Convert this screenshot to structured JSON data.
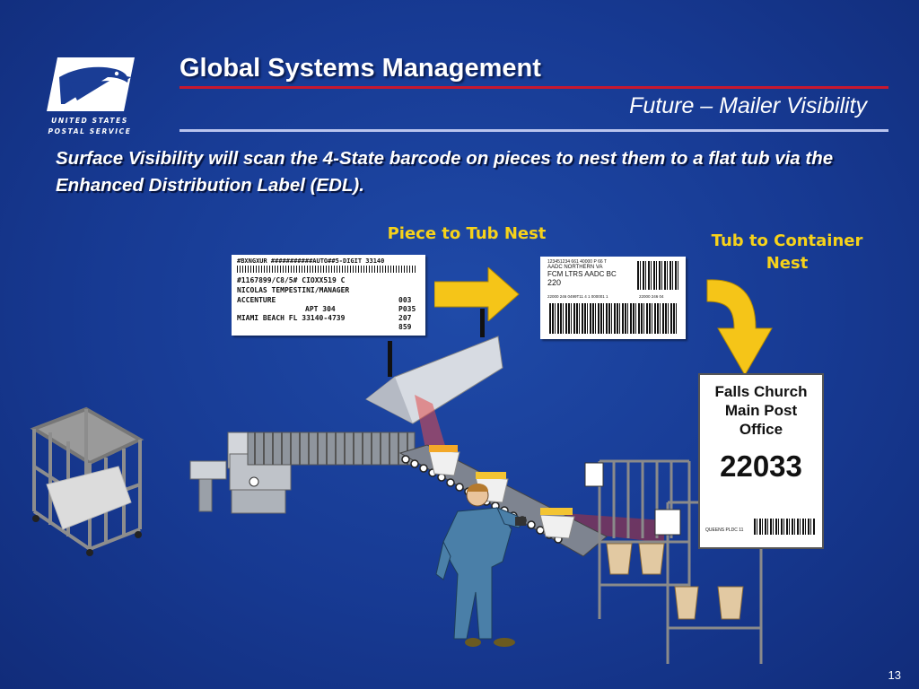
{
  "header": {
    "org_line1": "UNITED STATES",
    "org_line2": "POSTAL SERVICE",
    "title": "Global Systems Management",
    "subtitle": "Future – Mailer Visibility"
  },
  "body": {
    "lead_text": "Surface Visibility will scan the 4-State barcode on pieces to nest them to a flat tub via the Enhanced Distribution Label (EDL)."
  },
  "diagram": {
    "label_piece_to_tub": "Piece to Tub Nest",
    "label_tub_to_container_1": "Tub to Container",
    "label_tub_to_container_2": "Nest",
    "mailpiece": {
      "line1": "#BXNGXUR ###########AUTO##5-DIGIT 33140",
      "line2": "#1167899/C8/5# CIOXX519 C",
      "line3": "NICOLAS TEMPESTINI/MANAGER",
      "line4": "ACCENTURE",
      "line5": "APT 304",
      "line6": "MIAMI BEACH FL 33140-4739",
      "code1": "003",
      "code2": "P035",
      "code3": "207",
      "code4": "859"
    },
    "tub_label": {
      "small_top": "123451234 661 40000 P  66   T",
      "line1": "AADC NORTHERN VA",
      "line2": "FCM LTRS AADC BC",
      "line3": "220",
      "small_bottom_left": "22000 246 0499T11 4 1 000001 1",
      "small_bottom_right": "22000 246 04"
    },
    "container_tag": {
      "line1": "Falls Church",
      "line2": "Main Post",
      "line3": "Office",
      "zip": "22033",
      "small_text": "QUEENS PLDC 11"
    }
  },
  "footer": {
    "page_number": "13"
  },
  "colors": {
    "background": "#173a93",
    "accent_red": "#c8182f",
    "accent_yellow": "#f6d21a",
    "arrow_yellow": "#f5c518"
  }
}
